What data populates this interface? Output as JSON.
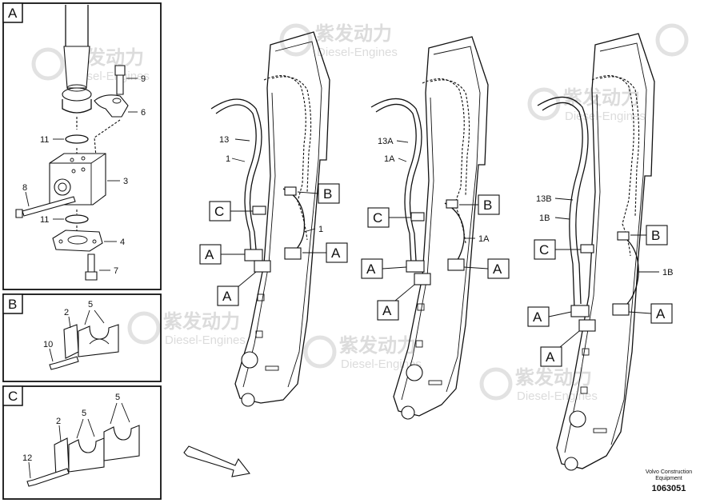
{
  "watermark": {
    "brand_cn": "紫发动力",
    "brand_en": "Diesel-Engines"
  },
  "detail_a": {
    "title": "A",
    "callouts": [
      "9",
      "6",
      "11",
      "3",
      "8",
      "11",
      "4",
      "7"
    ]
  },
  "detail_b": {
    "title": "B",
    "callouts": [
      "2",
      "5",
      "10"
    ]
  },
  "detail_c": {
    "title": "C",
    "callouts": [
      "2",
      "5",
      "5",
      "12"
    ]
  },
  "view1": {
    "callouts": [
      "13",
      "1",
      "1"
    ],
    "box_labels": [
      "B",
      "C",
      "A",
      "A",
      "A"
    ]
  },
  "view2": {
    "callouts": [
      "13A",
      "1A",
      "1A"
    ],
    "box_labels": [
      "B",
      "C",
      "A",
      "A",
      "A"
    ]
  },
  "view3": {
    "callouts": [
      "13B",
      "1B",
      "1B"
    ],
    "box_labels": [
      "B",
      "C",
      "A",
      "A",
      "A"
    ]
  },
  "footer": {
    "company_line1": "Volvo Construction",
    "company_line2": "Equipment",
    "doc_id": "1063051"
  }
}
